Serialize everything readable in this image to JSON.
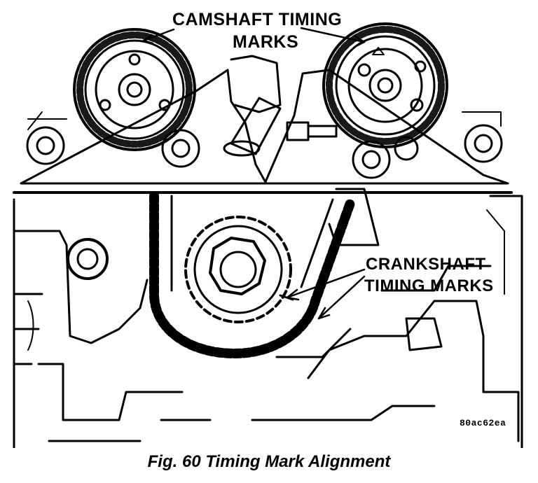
{
  "labels": {
    "camshaft_line1": "CAMSHAFT TIMING",
    "camshaft_line2": "MARKS",
    "crankshaft_line1": "CRANKSHAFT",
    "crankshaft_line2": "TIMING MARKS",
    "figure_code": "80ac62ea"
  },
  "caption": "Fig. 60 Timing Mark Alignment"
}
